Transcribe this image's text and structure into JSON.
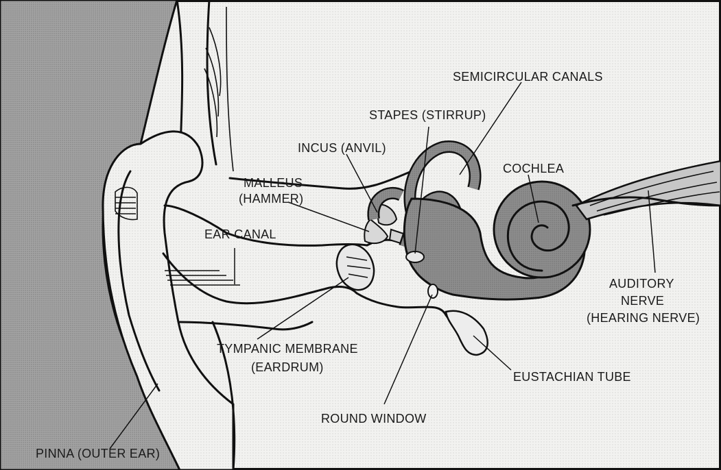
{
  "diagram": {
    "labels": {
      "semicircular_canals": "SEMICIRCULAR CANALS",
      "stapes": "STAPES (STIRRUP)",
      "incus": "INCUS (ANVIL)",
      "malleus_1": "MALLEUS",
      "malleus_2": "(HAMMER)",
      "cochlea": "COCHLEA",
      "ear_canal": "EAR CANAL",
      "auditory_1": "AUDITORY",
      "auditory_2": "NERVE",
      "auditory_3": "(HEARING NERVE)",
      "tympanic_1": "TYMPANIC MEMBRANE",
      "tympanic_2": "(EARDRUM)",
      "eustachian": "EUSTACHIAN TUBE",
      "round_window": "ROUND WINDOW",
      "pinna": "PINNA (OUTER EAR)"
    },
    "colors": {
      "background": "#f4f4f2",
      "head_shade": "#a9a9a9",
      "inner_ear": "#8e8e8e",
      "lines": "#111111"
    }
  }
}
